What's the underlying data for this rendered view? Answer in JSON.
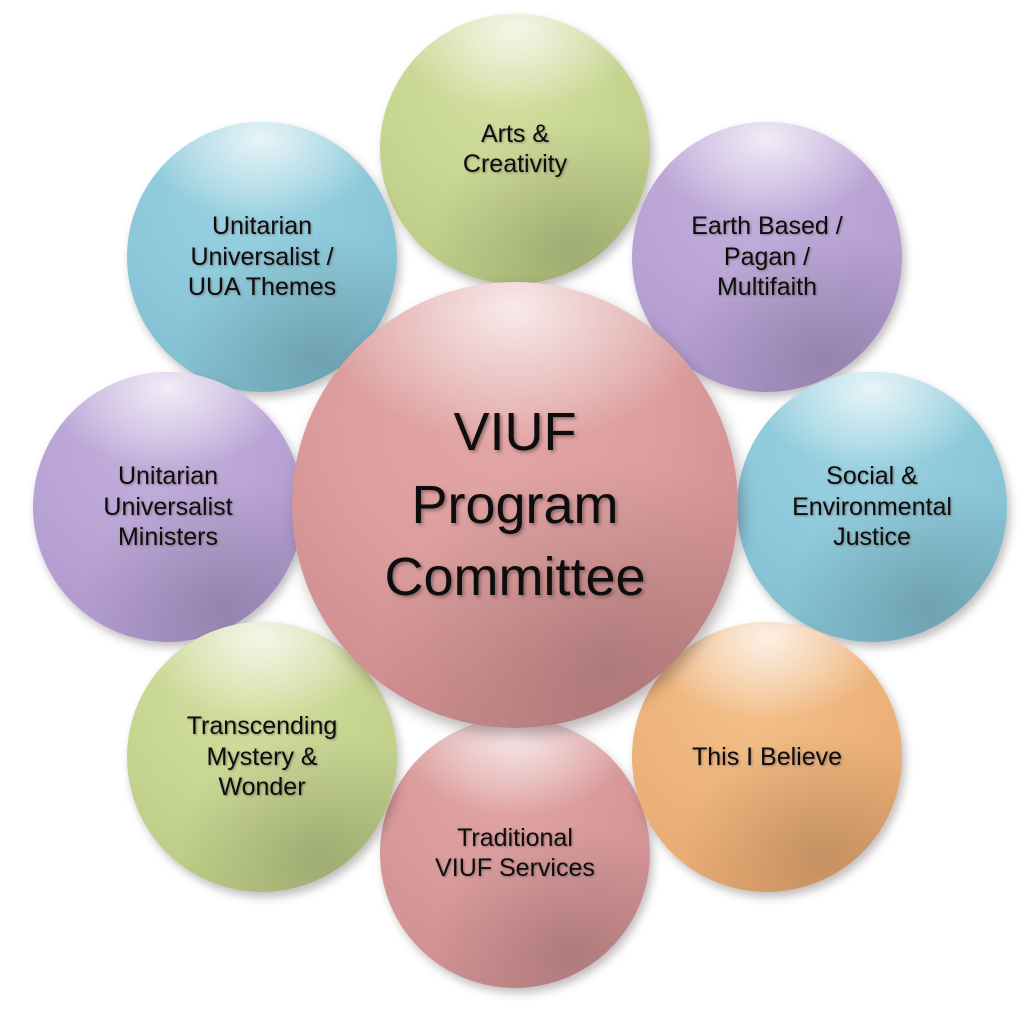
{
  "diagram": {
    "type": "radial-hub-and-spoke",
    "background_color": "#ffffff",
    "hub": {
      "label": "VIUF\nProgram\nCommittee",
      "text_line_1": "VIUF",
      "text_line_2": "Program",
      "text_line_3": "Committee",
      "color": "#d99a9b",
      "text_color": "#0d0d0d"
    },
    "satellites": [
      {
        "id": "arts-creativity",
        "label": "Arts &\nCreativity",
        "position": "top",
        "color": "#c9d794",
        "color_name": "green"
      },
      {
        "id": "earth-based-pagan-multifaith",
        "label": "Earth Based /\nPagan /\nMultifaith",
        "position": "top-right",
        "color": "#bba5d6",
        "color_name": "purple"
      },
      {
        "id": "social-environmental-justice",
        "label": "Social &\nEnvironmental\nJustice",
        "position": "right",
        "color": "#8ecadb",
        "color_name": "teal"
      },
      {
        "id": "this-i-believe",
        "label": "This I Believe",
        "position": "bottom-right",
        "color": "#eeb57d",
        "color_name": "orange"
      },
      {
        "id": "traditional-viuf-services",
        "label": "Traditional\nVIUF Services",
        "position": "bottom",
        "color": "#d99a9b",
        "color_name": "rose"
      },
      {
        "id": "transcending-mystery-wonder",
        "label": "Transcending\nMystery &\nWonder",
        "position": "bottom-left",
        "color": "#c9d794",
        "color_name": "green"
      },
      {
        "id": "unitarian-universalist-ministers",
        "label": "Unitarian\nUniversalist\nMinisters",
        "position": "left",
        "color": "#bba5d6",
        "color_name": "purple"
      },
      {
        "id": "unitarian-universalist-uua-themes",
        "label": "Unitarian\nUniversalist /\nUUA Themes",
        "position": "top-left",
        "color": "#8ecadb",
        "color_name": "teal"
      }
    ]
  }
}
